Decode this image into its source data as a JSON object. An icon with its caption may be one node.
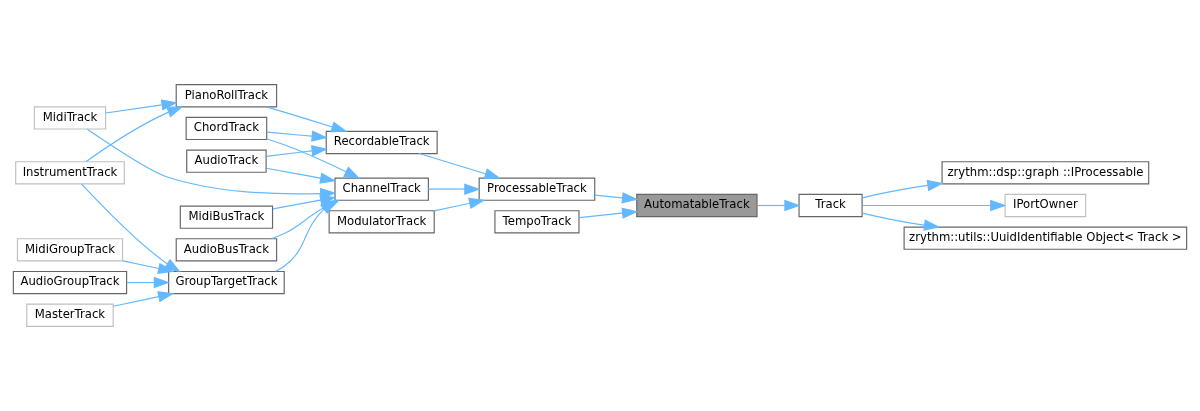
{
  "diagram": {
    "nodes": [
      {
        "text": [
          "zrythm::dsp::graph ::IProcessable"
        ]
      },
      {
        "text": [
          "IPortOwner"
        ]
      },
      {
        "text": [
          "zrythm::utils::UuidIdentifiable Object< Track >"
        ]
      },
      {
        "text": [
          "Track"
        ]
      },
      {
        "text": [
          "AutomatableTrack"
        ]
      },
      {
        "text": [
          "ProcessableTrack"
        ]
      },
      {
        "text": [
          "TempoTrack"
        ]
      },
      {
        "text": [
          "RecordableTrack"
        ]
      },
      {
        "text": [
          "ChannelTrack"
        ]
      },
      {
        "text": [
          "ModulatorTrack"
        ]
      },
      {
        "text": [
          "PianoRollTrack"
        ]
      },
      {
        "text": [
          "AudioTrack"
        ]
      },
      {
        "text": [
          "ChordTrack"
        ]
      },
      {
        "text": [
          "MidiBusTrack"
        ]
      },
      {
        "text": [
          "AudioBusTrack"
        ]
      },
      {
        "text": [
          "GroupTargetTrack"
        ]
      },
      {
        "text": [
          "MidiTrack"
        ]
      },
      {
        "text": [
          "InstrumentTrack"
        ]
      },
      {
        "text": [
          "MidiGroupTrack"
        ]
      },
      {
        "text": [
          "AudioGroupTrack"
        ]
      },
      {
        "text": [
          "MasterTrack"
        ]
      }
    ],
    "edges": [
      {
        "from": 3,
        "to": 0,
        "arrow": "to"
      },
      {
        "from": 3,
        "to": 1,
        "arrow": "to"
      },
      {
        "from": 3,
        "to": 2,
        "arrow": "to"
      },
      {
        "from": 4,
        "to": 3,
        "arrow": "to"
      },
      {
        "from": 5,
        "to": 4,
        "arrow": "to"
      },
      {
        "from": 6,
        "to": 4,
        "arrow": "to"
      },
      {
        "from": 7,
        "to": 5,
        "arrow": "to"
      },
      {
        "from": 8,
        "to": 5,
        "arrow": "to"
      },
      {
        "from": 9,
        "to": 5,
        "arrow": "to"
      },
      {
        "from": 10,
        "to": 7,
        "arrow": "to"
      },
      {
        "from": 11,
        "to": 7,
        "arrow": "to"
      },
      {
        "from": 12,
        "to": 7,
        "arrow": "to"
      },
      {
        "from": 11,
        "to": 8,
        "arrow": "to"
      },
      {
        "from": 12,
        "to": 8,
        "arrow": "to"
      },
      {
        "from": 16,
        "to": 8,
        "arrow": "to"
      },
      {
        "from": 13,
        "to": 8,
        "arrow": "to"
      },
      {
        "from": 14,
        "to": 8,
        "arrow": "to"
      },
      {
        "from": 15,
        "to": 8,
        "arrow": "to"
      },
      {
        "from": 16,
        "to": 10,
        "arrow": "to"
      },
      {
        "from": 17,
        "to": 10,
        "arrow": "to"
      },
      {
        "from": 17,
        "to": 15,
        "arrow": "to"
      },
      {
        "from": 18,
        "to": 15,
        "arrow": "to"
      },
      {
        "from": 19,
        "to": 15,
        "arrow": "to"
      },
      {
        "from": 20,
        "to": 15,
        "arrow": "to"
      }
    ]
  }
}
